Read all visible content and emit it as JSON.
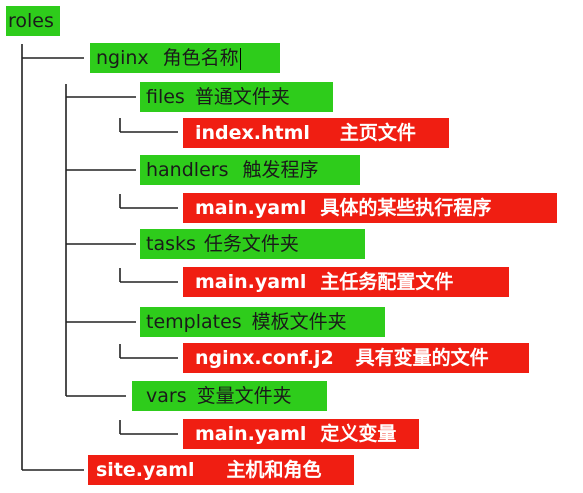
{
  "root": {
    "name": "roles"
  },
  "nodes": [
    {
      "id": "nginx",
      "name": "nginx",
      "desc": "角色名称",
      "color": "green"
    },
    {
      "id": "files",
      "name": "files",
      "desc": "普通文件夹",
      "color": "green"
    },
    {
      "id": "index",
      "name": "index.html",
      "desc": "主页文件",
      "color": "red"
    },
    {
      "id": "handlers",
      "name": "handlers",
      "desc": "触发程序",
      "color": "green"
    },
    {
      "id": "hmain",
      "name": "main.yaml",
      "desc": "具体的某些执行程序",
      "color": "red"
    },
    {
      "id": "tasks",
      "name": "tasks",
      "desc": "任务文件夹",
      "color": "green"
    },
    {
      "id": "tmain",
      "name": "main.yaml",
      "desc": "主任务配置文件",
      "color": "red"
    },
    {
      "id": "templates",
      "name": "templates",
      "desc": "模板文件夹",
      "color": "green"
    },
    {
      "id": "nginxconf",
      "name": "nginx.conf.j2",
      "desc": "具有变量的文件",
      "color": "red"
    },
    {
      "id": "vars",
      "name": "vars",
      "desc": "变量文件夹",
      "color": "green"
    },
    {
      "id": "vmain",
      "name": "main.yaml",
      "desc": "定义变量",
      "color": "red"
    },
    {
      "id": "site",
      "name": "site.yaml",
      "desc": "主机和角色",
      "color": "red"
    }
  ],
  "colors": {
    "folder": "#2ecc1b",
    "file": "#f01e12"
  }
}
